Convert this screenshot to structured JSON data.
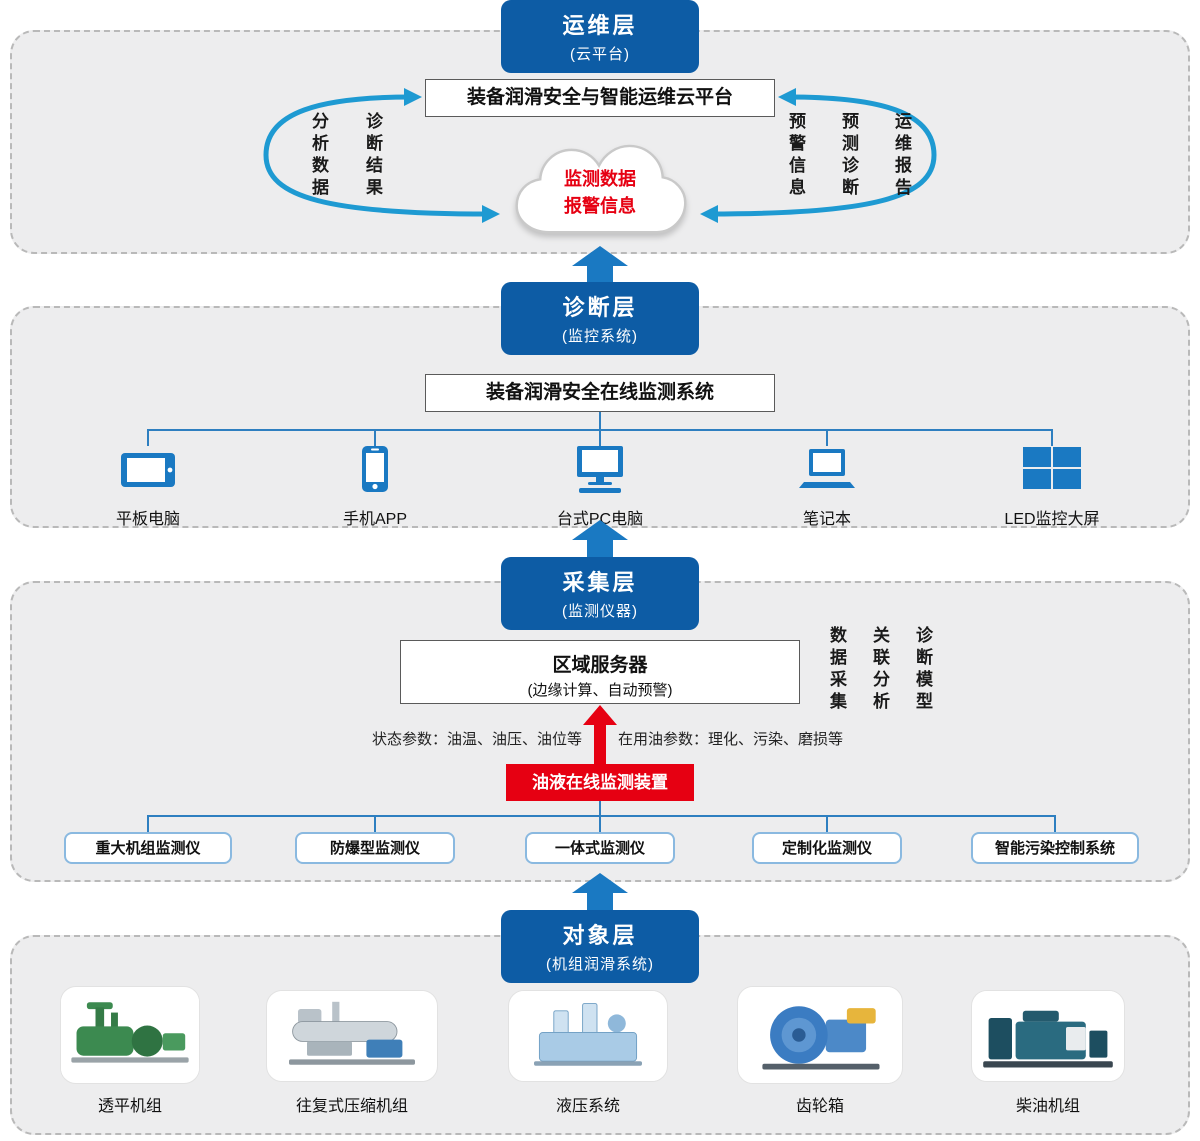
{
  "colors": {
    "badge_blue": "#0d5ca5",
    "arrow_blue": "#1a79c2",
    "curve_blue": "#1e9ad2",
    "alert_red": "#e60012",
    "section_bg": "#ededee"
  },
  "ops_layer": {
    "badge_title": "运维层",
    "badge_sub": "(云平台)",
    "platform_box": "装备润滑安全与智能运维云平台",
    "cloud": {
      "line1": "监测数据",
      "line2": "报警信息"
    },
    "left_labels": [
      "分析数据",
      "诊断结果"
    ],
    "right_labels": [
      "预警信息",
      "预测诊断",
      "运维报告"
    ]
  },
  "diagnosis_layer": {
    "badge_title": "诊断层",
    "badge_sub": "(监控系统)",
    "system_box": "装备润滑安全在线监测系统",
    "devices": [
      {
        "icon": "tablet-icon",
        "label": "平板电脑"
      },
      {
        "icon": "smartphone-icon",
        "label": "手机APP"
      },
      {
        "icon": "desktop-icon",
        "label": "台式PC电脑"
      },
      {
        "icon": "laptop-icon",
        "label": "笔记本"
      },
      {
        "icon": "led-wall-icon",
        "label": "LED监控大屏"
      }
    ]
  },
  "collection_layer": {
    "badge_title": "采集层",
    "badge_sub": "(监测仪器)",
    "server_title": "区域服务器",
    "server_sub": "(边缘计算、自动预警)",
    "side_labels": [
      "数据采集",
      "关联分析",
      "诊断模型"
    ],
    "param_left": "状态参数：油温、油压、油位等",
    "param_right": "在用油参数：理化、污染、磨损等",
    "red_box": "油液在线监测装置",
    "monitors": [
      "重大机组监测仪",
      "防爆型监测仪",
      "一体式监测仪",
      "定制化监测仪",
      "智能污染控制系统"
    ]
  },
  "object_layer": {
    "badge_title": "对象层",
    "badge_sub": "(机组润滑系统)",
    "machines": [
      {
        "image": "turbine-unit-photo",
        "label": "透平机组"
      },
      {
        "image": "reciprocating-compressor-photo",
        "label": "往复式压缩机组"
      },
      {
        "image": "hydraulic-system-photo",
        "label": "液压系统"
      },
      {
        "image": "gearbox-photo",
        "label": "齿轮箱"
      },
      {
        "image": "diesel-unit-photo",
        "label": "柴油机组"
      }
    ]
  }
}
